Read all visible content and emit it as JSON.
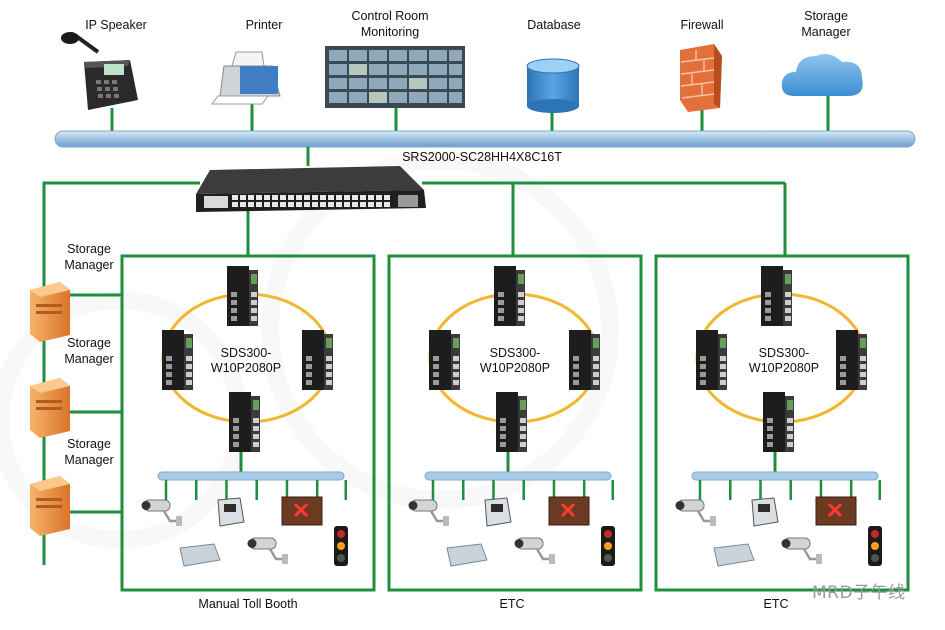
{
  "top_devices": {
    "ip_speaker": "IP Speaker",
    "printer": "Printer",
    "control_room_line1": "Control Room",
    "control_room_line2": "Monitoring",
    "database": "Database",
    "firewall": "Firewall",
    "storage_manager_line1": "Storage",
    "storage_manager_line2": "Manager"
  },
  "core_switch": {
    "model": "SRS2000-SC28HH4X8C16T"
  },
  "side_storage": [
    {
      "line1": "Storage",
      "line2": "Manager"
    },
    {
      "line1": "Storage",
      "line2": "Manager"
    },
    {
      "line1": "Storage",
      "line2": "Manager"
    }
  ],
  "zones": [
    {
      "label": "Manual Toll Booth",
      "ring_model_line1": "SDS300-",
      "ring_model_line2": "W10P2080P"
    },
    {
      "label": "ETC",
      "ring_model_line1": "SDS300-",
      "ring_model_line2": "W10P2080P"
    },
    {
      "label": "ETC",
      "ring_model_line1": "SDS300-",
      "ring_model_line2": "W10P2080P"
    }
  ],
  "watermark": "MRD子午线",
  "colors": {
    "link_green": "#1e8f3c",
    "bus_blue": "#a9cbe8",
    "ring_orange": "#f2b630",
    "storage_orange": "#e98b3a",
    "database_blue": "#3b86c6"
  }
}
